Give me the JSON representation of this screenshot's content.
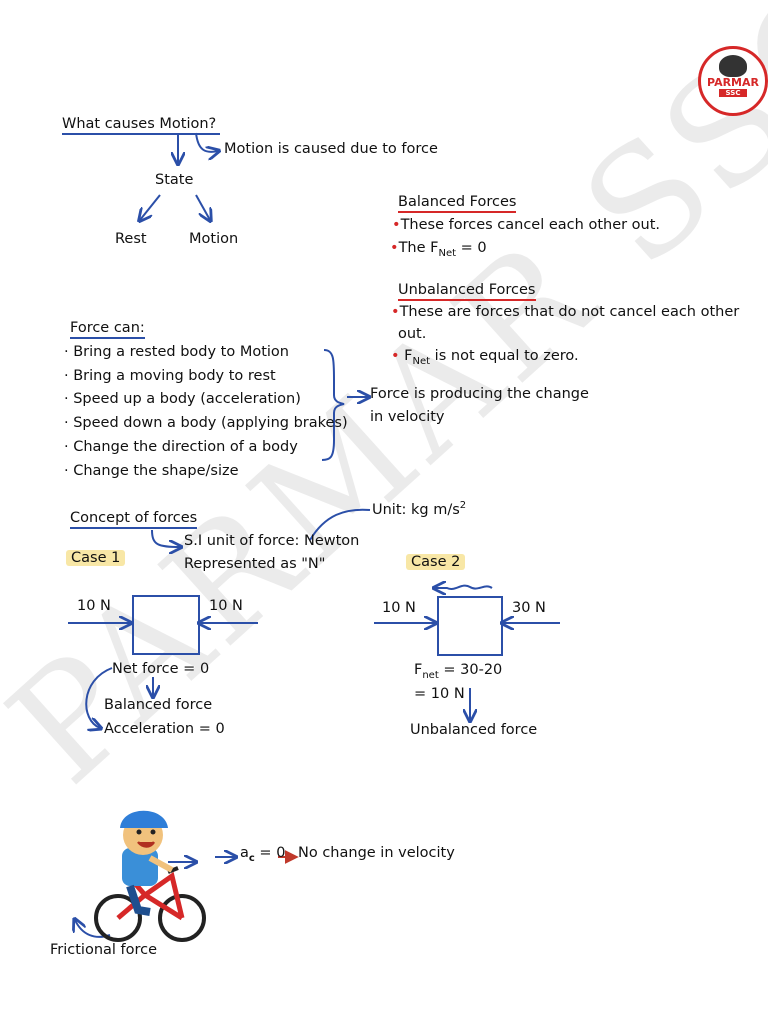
{
  "brand": {
    "logo_text": "PARMAR",
    "logo_sub": "SSC",
    "watermark": "PARMAR SSC"
  },
  "colors": {
    "ink_blue": "#2b4fa8",
    "accent_red": "#d62828",
    "highlight": "#f8e7a6"
  },
  "motion": {
    "question": "What causes Motion?",
    "answer": "Motion is caused due to force",
    "state": "State",
    "rest": "Rest",
    "motion": "Motion"
  },
  "balanced": {
    "title": "Balanced Forces",
    "line1": "These forces cancel each other out.",
    "line2_pre": "The F",
    "line2_sub": "Net",
    "line2_post": " = 0"
  },
  "unbalanced": {
    "title": "Unbalanced Forces",
    "line1a": "These are forces that do not cancel each other",
    "line1b": "out.",
    "line2_pre": "F",
    "line2_sub": "Net",
    "line2_post": " is not equal to zero."
  },
  "force_can": {
    "title": "Force can:",
    "items": [
      "Bring a rested body to Motion",
      "Bring a moving body to rest",
      "Speed up a body (acceleration)",
      "Speed down a body (applying brakes)",
      "Change the direction of a body",
      "Change the shape/size"
    ],
    "conclusion1": "Force is producing the change",
    "conclusion2": "in velocity"
  },
  "concept": {
    "title": "Concept of forces",
    "unit_pre": "Unit: kg m/s",
    "unit_sup": "2",
    "si_unit": "S.I unit of force: Newton",
    "represented": "Represented as \"N\""
  },
  "case1": {
    "label": "Case 1",
    "left_force": "10 N",
    "right_force": "10 N",
    "net": "Net force = 0",
    "balanced": "Balanced force",
    "accel": "Acceleration = 0"
  },
  "case2": {
    "label": "Case 2",
    "left_force": "10 N",
    "right_force": "30 N",
    "net_pre": "F",
    "net_sub": "net",
    "net_post": " = 30-20",
    "net_result": "= 10 N",
    "unbalanced": "Unbalanced force"
  },
  "cyclist": {
    "accel_pre": "a",
    "accel_sub": "c",
    "accel_post": " = 0",
    "result": "No change in velocity",
    "friction": "Frictional force"
  }
}
